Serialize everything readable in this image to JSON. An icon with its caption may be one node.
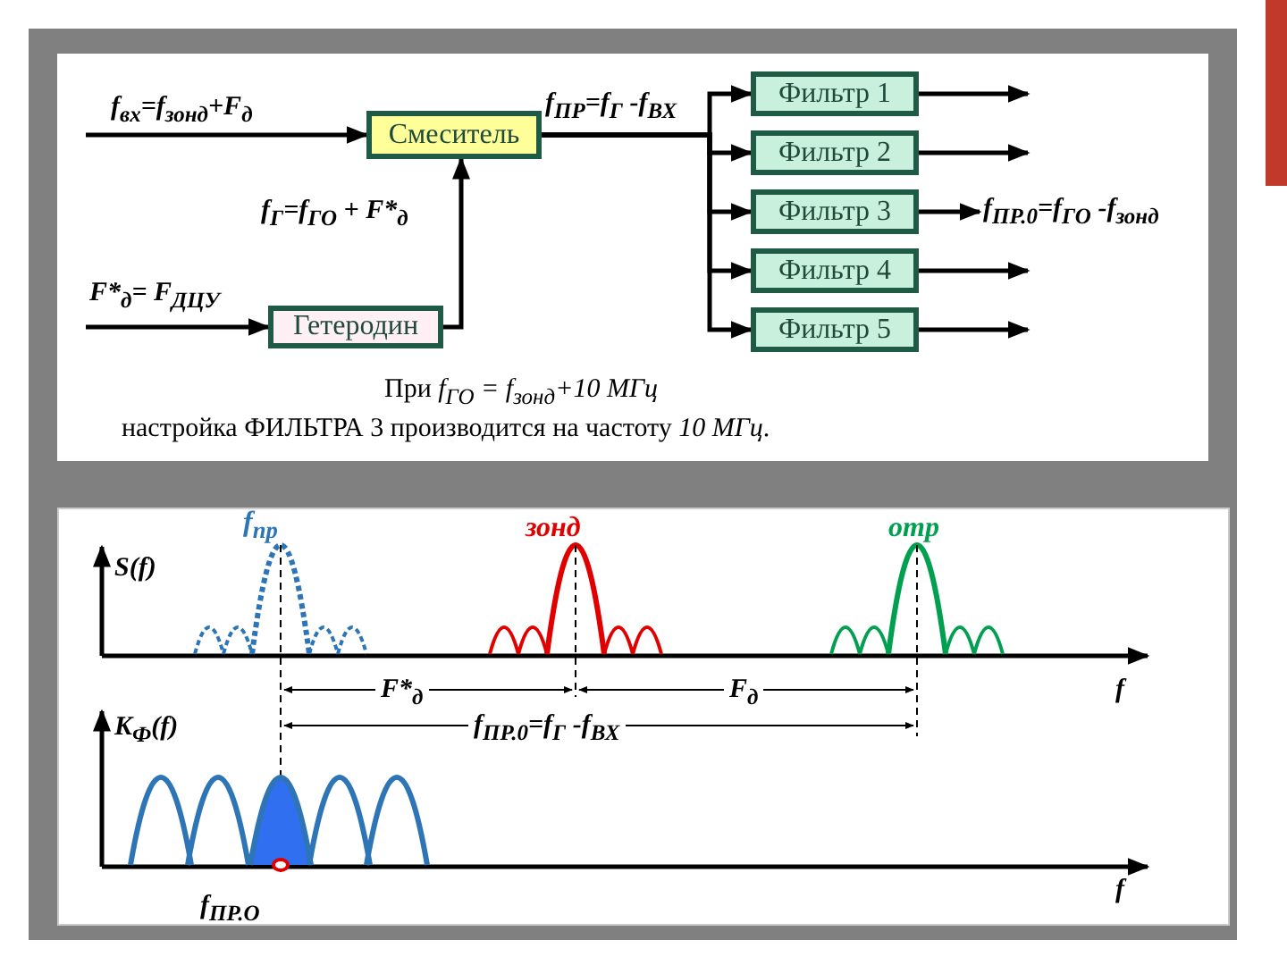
{
  "diagram": {
    "nodes": [
      {
        "text": [
          "Смеситель"
        ]
      },
      {
        "text": [
          "Гетеродин"
        ]
      },
      {
        "text": [
          "Фильтр 1"
        ]
      },
      {
        "text": [
          "Фильтр 2"
        ]
      },
      {
        "text": [
          "Фильтр 3"
        ]
      },
      {
        "text": [
          "Фильтр 4"
        ]
      },
      {
        "text": [
          "Фильтр 5"
        ]
      }
    ],
    "edges": [
      {
        "from": null,
        "to": 0,
        "arrow": "to",
        "label": "f$_{вх}$=f$_{зонд}$+F$_{д}$"
      },
      {
        "from": null,
        "to": 1,
        "arrow": "to",
        "label": "F*$_{д}$= F$_{ДЦУ}$"
      },
      {
        "from": 1,
        "to": 0,
        "arrow": "to",
        "label": "f$_{Г}$=f$_{ГО}$ + F*$_{д}$"
      },
      {
        "from": 0,
        "to": 2,
        "arrow": "to",
        "label": "f$_{ПР}$=f$_{Г}$ -f$_{ВХ}$"
      },
      {
        "from": 0,
        "to": 3,
        "arrow": "to"
      },
      {
        "from": 0,
        "to": 4,
        "arrow": "to"
      },
      {
        "from": 0,
        "to": 5,
        "arrow": "to"
      },
      {
        "from": 0,
        "to": 6,
        "arrow": "to"
      },
      {
        "from": 2,
        "to": null,
        "arrow": "to"
      },
      {
        "from": 3,
        "to": null,
        "arrow": "to"
      },
      {
        "from": 4,
        "to": null,
        "arrow": "to",
        "label": "f$_{ПР.0}$=f$_{ГО}$ -f$_{зонд}$"
      },
      {
        "from": 5,
        "to": null,
        "arrow": "to"
      },
      {
        "from": 6,
        "to": null,
        "arrow": "to"
      }
    ],
    "labels": [
      "При *f$_{ГО}$ = f$_{зонд}$+10 МГц*",
      "настройка ФИЛЬТРА 3 производится на частоту *10 МГц*.",
      "f$_{пр}$",
      "зонд",
      "отр",
      "S(f)",
      "F*$_{д}$",
      "F$_{д}$",
      "f",
      "K$_{Ф}$(f)",
      "f$_{ПР.0}$=f$_{Г}$ -f$_{ВХ}$",
      "f",
      "f$_{ПР.О}$"
    ]
  }
}
